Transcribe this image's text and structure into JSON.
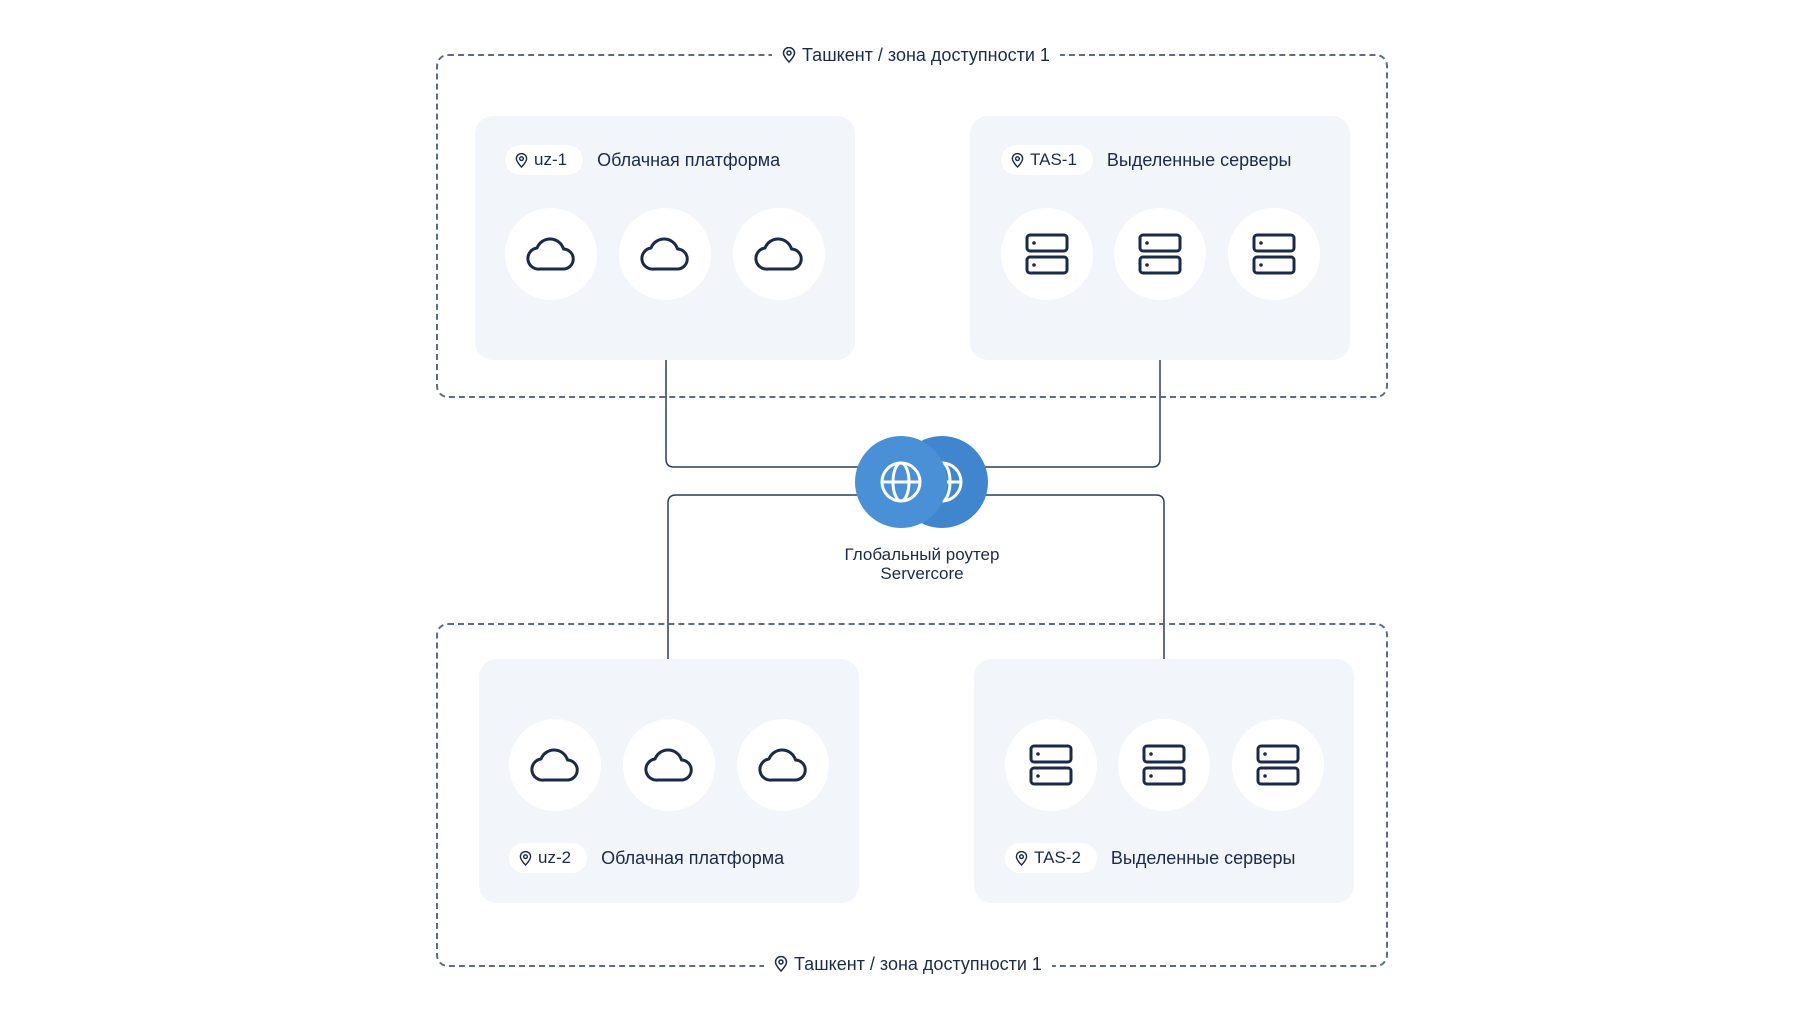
{
  "zones": {
    "top": {
      "label": "Ташкент / зона доступности 1"
    },
    "bottom": {
      "label": "Ташкент / зона доступности 1"
    }
  },
  "panels": {
    "top_left": {
      "tag": "uz-1",
      "title": "Облачная платформа",
      "icon": "cloud-icon"
    },
    "top_right": {
      "tag": "TAS-1",
      "title": "Выделенные серверы",
      "icon": "server-icon"
    },
    "bottom_left": {
      "tag": "uz-2",
      "title": "Облачная платформа",
      "icon": "cloud-icon"
    },
    "bottom_right": {
      "tag": "TAS-2",
      "title": "Выделенные серверы",
      "icon": "server-icon"
    }
  },
  "router": {
    "label_line1": "Глобальный роутер",
    "label_line2": "Servercore",
    "icon": "globe-icon"
  },
  "colors": {
    "ink": "#1b2a4a",
    "panel_bg": "#f2f5f9",
    "router_blue": "#4a90d6",
    "dash": "#5b6b8f"
  }
}
